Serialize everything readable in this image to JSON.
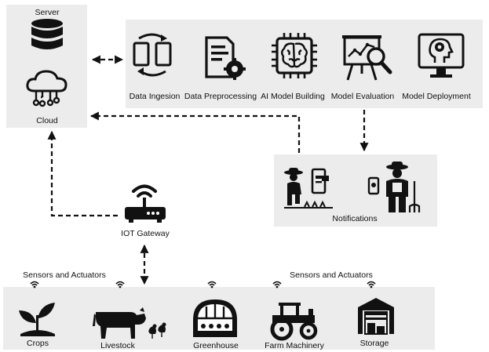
{
  "server": {
    "label": "Server",
    "cloud_label": "Cloud"
  },
  "pipeline": {
    "steps": [
      {
        "label": "Data Ingesion",
        "icon": "sync-documents-icon"
      },
      {
        "label": "Data Preprocessing",
        "icon": "document-gear-icon"
      },
      {
        "label": "AI Model Building",
        "icon": "brain-chip-icon"
      },
      {
        "label": "Model Evaluation",
        "icon": "presentation-chart-magnifier-icon"
      },
      {
        "label": "Model Deployment",
        "icon": "monitor-head-gear-icon"
      }
    ]
  },
  "notifications": {
    "label": "Notifications"
  },
  "gateway": {
    "label": "IOT Gateway"
  },
  "field": {
    "sensors_left": "Sensors and Actuators",
    "sensors_right": "Sensors and Actuators",
    "items": [
      {
        "label": "Crops",
        "icon": "sprout-icon"
      },
      {
        "label": "Livestock",
        "icon": "cow-chickens-icon"
      },
      {
        "label": "Greenhouse",
        "icon": "greenhouse-icon"
      },
      {
        "label": "Farm Machinery",
        "icon": "tractor-icon"
      },
      {
        "label": "Storage",
        "icon": "warehouse-icon"
      }
    ]
  },
  "colors": {
    "panel": "#ececec",
    "ink": "#111111"
  }
}
